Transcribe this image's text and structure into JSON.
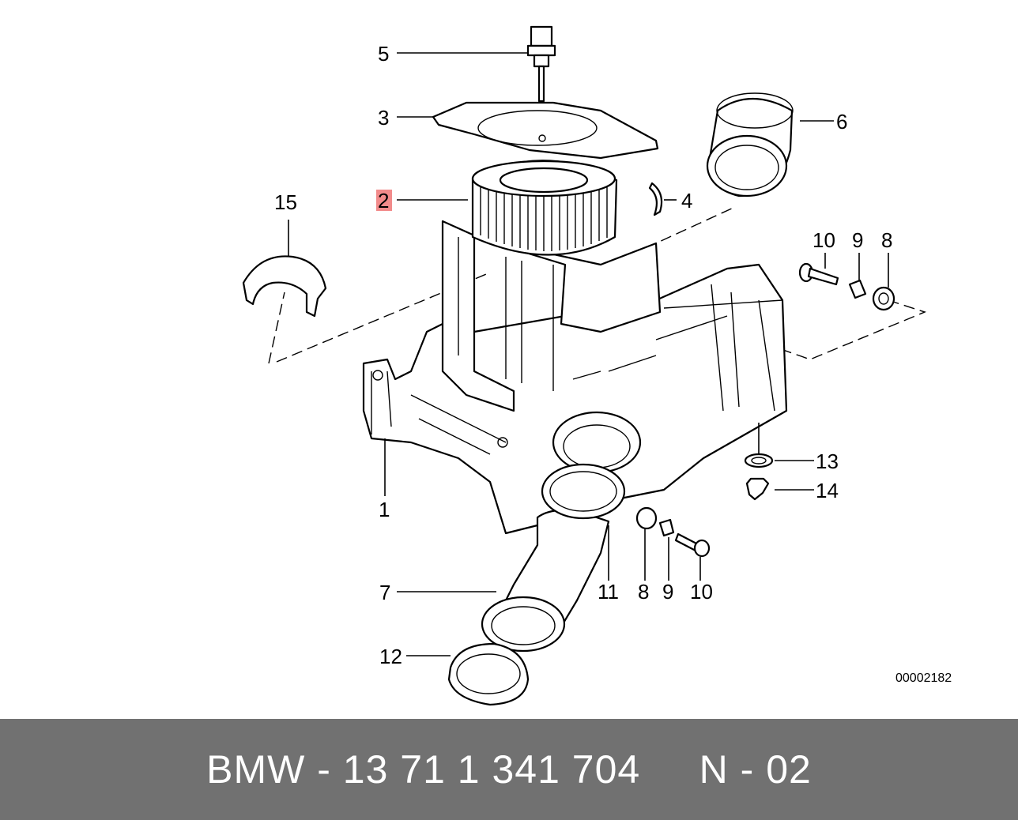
{
  "diagram": {
    "callouts": {
      "c1": "1",
      "c2": "2",
      "c3": "3",
      "c4": "4",
      "c5": "5",
      "c6": "6",
      "c7": "7",
      "c8a": "8",
      "c8b": "8",
      "c9a": "9",
      "c9b": "9",
      "c10a": "10",
      "c10b": "10",
      "c11": "11",
      "c12": "12",
      "c13": "13",
      "c14": "14",
      "c15": "15"
    },
    "highlight_callout": "2",
    "highlight_color": "#f28b8b",
    "reference_code": "00002182"
  },
  "footer": {
    "text": "BMW - 13 71 1 341 704     N - 02",
    "background": "#717171",
    "text_color": "#ffffff"
  }
}
